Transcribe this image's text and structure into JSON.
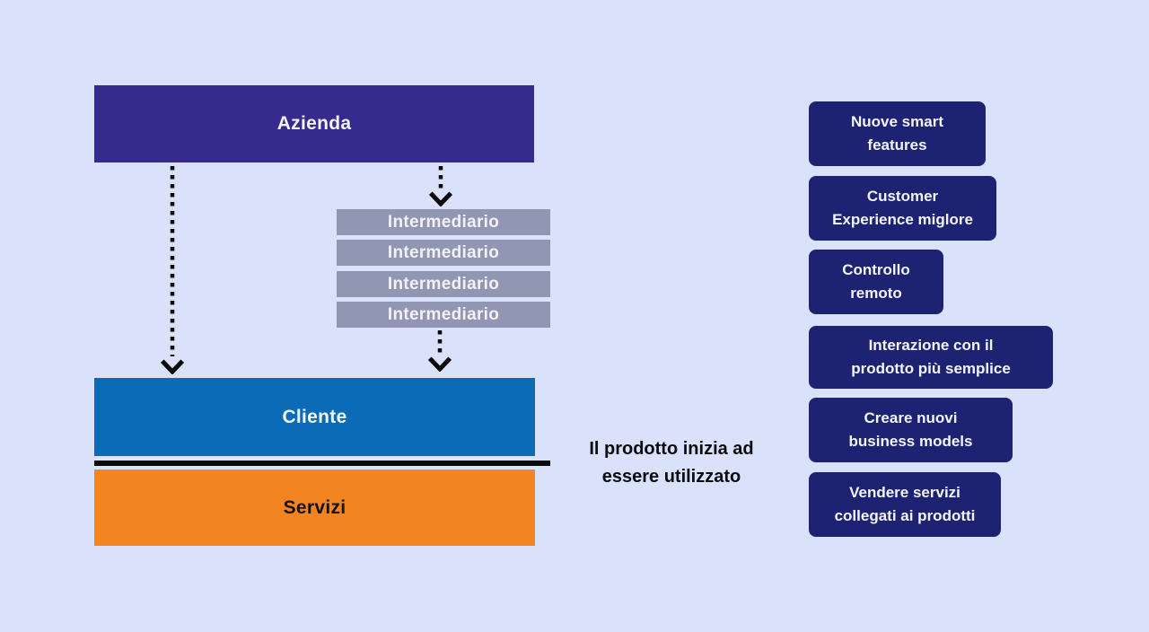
{
  "colors": {
    "background": "#d9e1fb",
    "azienda_box": "#352a8e",
    "intermediario_box": "#9196b2",
    "cliente_box": "#0b6bb6",
    "servizi_box": "#f28421",
    "benefit_box": "#1e2273",
    "arrow_and_divider": "#0a0a0a"
  },
  "flow": {
    "azienda": "Azienda",
    "intermediari": [
      "Intermediario",
      "Intermediario",
      "Intermediario",
      "Intermediario"
    ],
    "cliente": "Cliente",
    "servizi": "Servizi"
  },
  "caption": {
    "line1": "Il prodotto inizia ad",
    "line2": "essere utilizzato"
  },
  "benefits": [
    {
      "line1": "Nuove smart",
      "line2": "features"
    },
    {
      "line1": "Customer",
      "line2": "Experience miglore"
    },
    {
      "line1": "Controllo",
      "line2": "remoto"
    },
    {
      "line1": "Interazione con il",
      "line2": "prodotto più semplice"
    },
    {
      "line1": "Creare nuovi",
      "line2": "business models"
    },
    {
      "line1": "Vendere servizi",
      "line2": "collegati ai prodotti"
    }
  ]
}
